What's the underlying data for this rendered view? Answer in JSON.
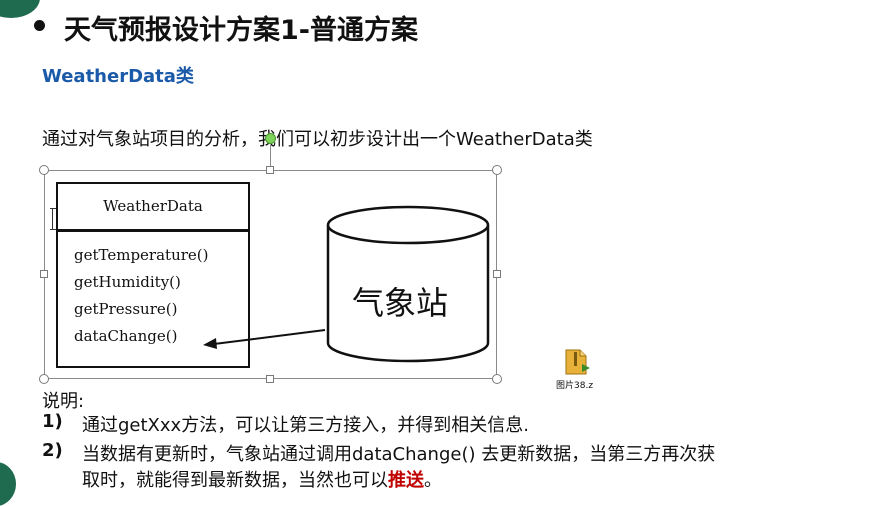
{
  "slide": {
    "title": "天气预报设计方案1-普通方案",
    "subtitle": "WeatherData类",
    "intro": "通过对气象站项目的分析，我们可以初步设计出一个WeatherData类"
  },
  "diagram": {
    "class_name": "WeatherData",
    "methods": [
      "getTemperature()",
      "getHumidity()",
      "getPressure()",
      "dataChange()"
    ],
    "station_label": "气象站"
  },
  "file_icon": {
    "label": "图片38.z",
    "color": "#e8b23a"
  },
  "notes": {
    "heading": "说明:",
    "items": [
      {
        "num": "1)",
        "lines": [
          "通过getXxx方法，可以让第三方接入，并得到相关信息."
        ]
      },
      {
        "num": "2)",
        "lines": [
          "当数据有更新时，气象站通过调用dataChange() 去更新数据，当第三方再次获",
          "取时，就能得到最新数据，当然也可以"
        ],
        "emphasis": "推送",
        "tail": "。"
      }
    ]
  },
  "colors": {
    "accent_blue": "#1a5aa8",
    "emphasis_red": "#c00000",
    "corner_green": "#1f6b50"
  }
}
